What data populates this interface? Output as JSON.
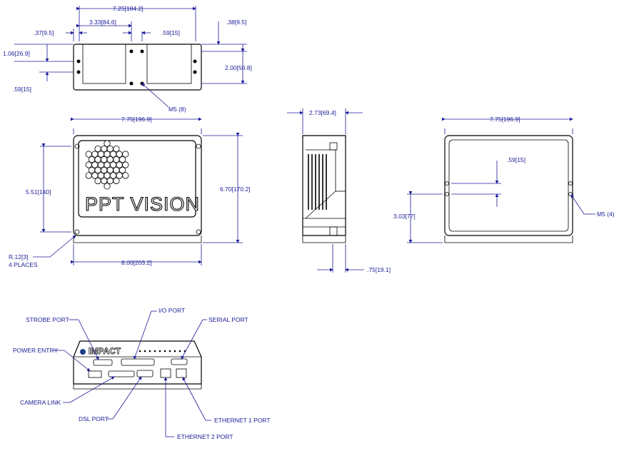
{
  "top_view": {
    "width_overall": [
      "7.25",
      "184.2"
    ],
    "hole_offset_x": [
      "3.33",
      "84.6"
    ],
    "hole_spacing_small": [
      ".59",
      "15"
    ],
    "edge_offset_left": [
      ".37",
      "9.5"
    ],
    "edge_offset_right": [
      ".38",
      "9.5"
    ],
    "hole_row_offset": [
      "1.06",
      "26.9"
    ],
    "bottom_offset": [
      ".59",
      "15"
    ],
    "hole_pitch_vertical": [
      "2.00",
      "50.8"
    ],
    "screw_callout": "M5 (8)"
  },
  "front_view": {
    "width_inner": [
      "7.75",
      "196.9"
    ],
    "width_overall": [
      "8.00",
      "203.2"
    ],
    "height_inner": [
      "5.51",
      "140"
    ],
    "height_overall": [
      "6.70",
      "170.2"
    ],
    "corner_radius": [
      "R.12",
      "3"
    ],
    "corner_note": "4 PLACES",
    "logo_text": "PPT VISION"
  },
  "side_view": {
    "depth": [
      "2.73",
      "69.4"
    ],
    "lip": [
      ".75",
      "19.1"
    ]
  },
  "rear_view": {
    "width": [
      "7.75",
      "196.9"
    ],
    "hole_gap": [
      ".59",
      "15"
    ],
    "hole_height": [
      "3.03",
      "77"
    ],
    "screw_callout": "M5 (4)"
  },
  "connector_view": {
    "brand": "IMPACT",
    "labels": {
      "strobe": "STROBE PORT",
      "io": "I/O PORT",
      "serial": "SERIAL PORT",
      "power": "POWER ENTRY",
      "camera_link": "CAMERA LINK",
      "dsl": "DSL PORT",
      "eth2": "ETHERNET 2 PORT",
      "eth1": "ETHERNET 1 PORT"
    }
  },
  "colors": {
    "dimension": "#1c1c9a",
    "outline": "#000000"
  }
}
